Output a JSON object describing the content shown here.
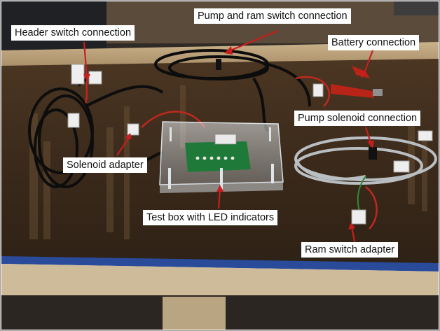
{
  "image": {
    "subject": "wiring-harness-test-setup-on-workbench",
    "annotations": [
      {
        "id": "header",
        "label": "Header switch connection"
      },
      {
        "id": "pump-ram",
        "label": "Pump and ram switch connection"
      },
      {
        "id": "battery",
        "label": "Battery connection"
      },
      {
        "id": "pump-solenoid",
        "label": "Pump solenoid connection"
      },
      {
        "id": "solenoid-adapter",
        "label": "Solenoid adapter"
      },
      {
        "id": "test-box",
        "label": "Test box with LED indicators"
      },
      {
        "id": "ram-switch",
        "label": "Ram switch adapter"
      }
    ],
    "colors": {
      "board": "#3a2a1c",
      "board_edge_blue": "#2a4a9a",
      "arrow": "#c81e1e",
      "pcb": "#1f7a3a",
      "sign_white": "#ffffff"
    }
  }
}
